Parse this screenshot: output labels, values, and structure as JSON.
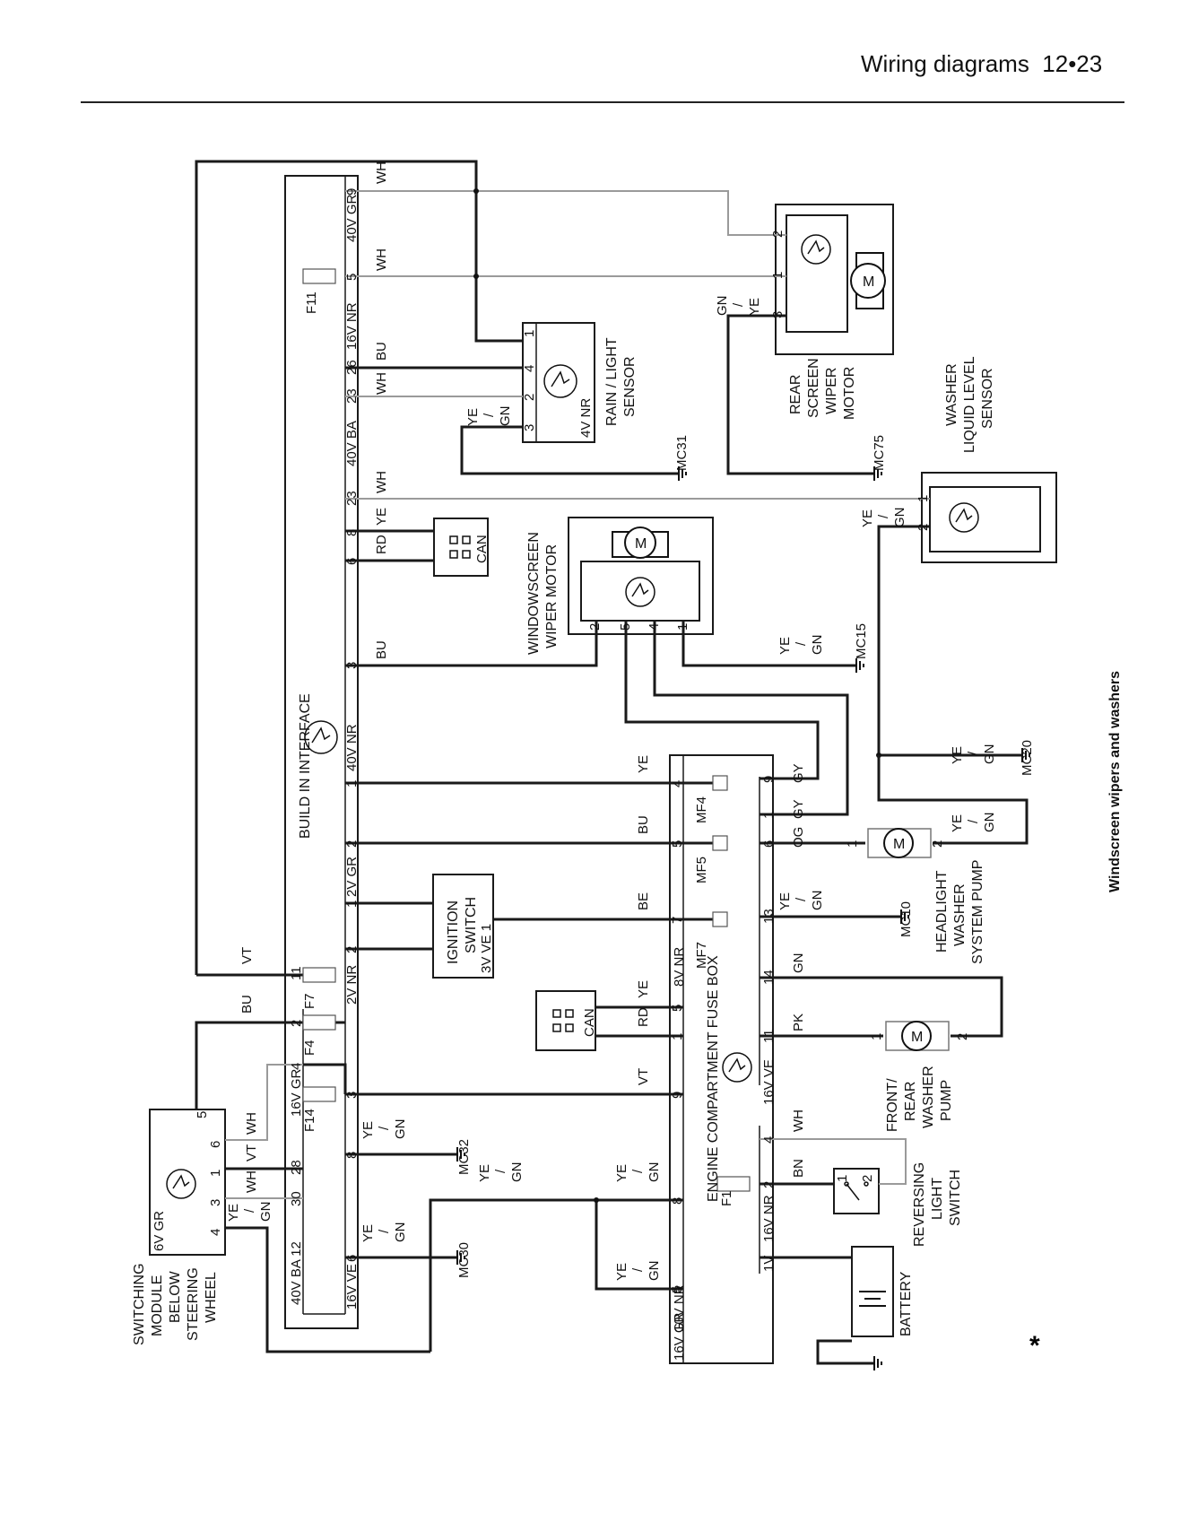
{
  "header": {
    "title": "Wiring diagrams",
    "page": "12•23"
  },
  "caption": "Windscreen wipers and washers",
  "footnote": "*",
  "components": {
    "build_in_interface": "BUILD IN INTERFACE",
    "rain_light_sensor": [
      "RAIN / LIGHT",
      "SENSOR"
    ],
    "rear_screen_wiper_motor": [
      "REAR",
      "SCREEN",
      "WIPER",
      "MOTOR"
    ],
    "washer_liquid_level_sensor": [
      "WASHER",
      "LIQUID LEVEL",
      "SENSOR"
    ],
    "windscreen_wiper_motor": [
      "WINDOWSCREEN",
      "WIPER MOTOR"
    ],
    "ignition_switch": [
      "IGNITION",
      "SWITCH"
    ],
    "engine_fuse_box": "ENGINE COMPARTMENT FUSE BOX",
    "switching_module": [
      "SWITCHING",
      "MODULE",
      "BELOW",
      "STEERING",
      "WHEEL"
    ],
    "headlight_washer_pump": [
      "HEADLIGHT",
      "WASHER",
      "SYSTEM PUMP"
    ],
    "front_rear_washer_pump": [
      "FRONT/",
      "REAR",
      "WASHER",
      "PUMP"
    ],
    "reversing_light_switch": [
      "REVERSING",
      "LIGHT",
      "SWITCH"
    ],
    "battery": "BATTERY",
    "can": "CAN"
  },
  "connectors": {
    "c1": "40V GR",
    "c2": "16V NR",
    "c3": "40V BA",
    "c4": "40V NR",
    "c5": "2V GR",
    "c6": "2V NR",
    "c7": "16V GR",
    "c8": "40V BA 12",
    "c9": "16V VE",
    "c10": "4V NR",
    "c11": "3V VE 1",
    "c12": "8V NR",
    "c13": "10V NR",
    "c14": "16V GR",
    "c15": "16V VE",
    "c16": "16V NR",
    "c17": "1V",
    "c18": "6V GR"
  },
  "fuses": {
    "f11": "F11",
    "f7": "F7",
    "f4": "F4",
    "f14": "F14",
    "mf4": "MF4",
    "mf5": "MF5",
    "mf7": "MF7",
    "f1": "F1"
  },
  "grounds": {
    "mc31": "MC31",
    "mc75": "MC75",
    "mc15": "MC15",
    "mc20": "MC20",
    "mc10": "MC10",
    "mc32": "MC32",
    "mc30": "MC30"
  },
  "wire_colors": {
    "wh": "WH",
    "bu": "BU",
    "ye": "YE",
    "gn": "GN",
    "rd": "RD",
    "vt": "VT",
    "be": "BE",
    "gy": "GY",
    "og": "OG",
    "pk": "PK",
    "bn": "BN",
    "slash": "/"
  },
  "pins": {
    "p1": "1",
    "p2": "2",
    "p3": "3",
    "p4": "4",
    "p5": "5",
    "p6": "6",
    "p7": "7",
    "p8": "8",
    "p9": "9",
    "p11": "11",
    "p12": "12",
    "p13": "13",
    "p14": "14",
    "p23": "23",
    "p26": "26",
    "p28": "28",
    "p30": "30"
  },
  "motor_symbol": "M",
  "colors": {
    "wire": "#1a1a1a",
    "white_wire": "#9a9a9a",
    "box": "#1a1a1a"
  }
}
